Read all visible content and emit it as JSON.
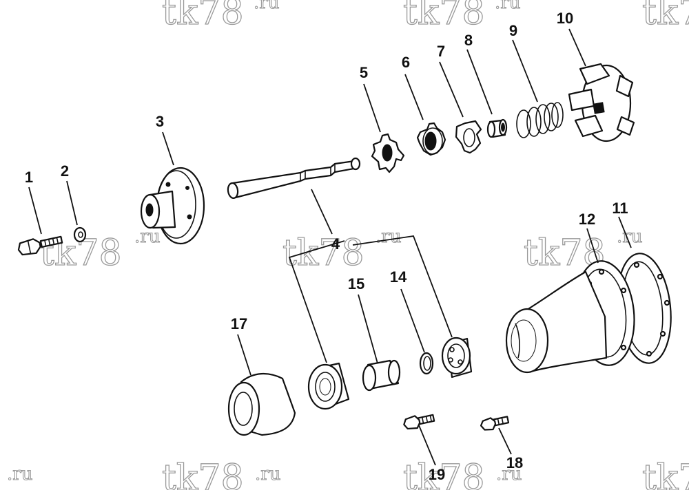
{
  "watermark": {
    "brand": "tk78",
    "suffix": ".ru"
  },
  "callouts": {
    "c1": "1",
    "c2": "2",
    "c3": "3",
    "c4": "4",
    "c5": "5",
    "c6": "6",
    "c7": "7",
    "c8": "8",
    "c9": "9",
    "c10": "10",
    "c11": "11",
    "c12": "12",
    "c14": "14",
    "c15": "15",
    "c17": "17",
    "c18": "18",
    "c19": "19"
  }
}
